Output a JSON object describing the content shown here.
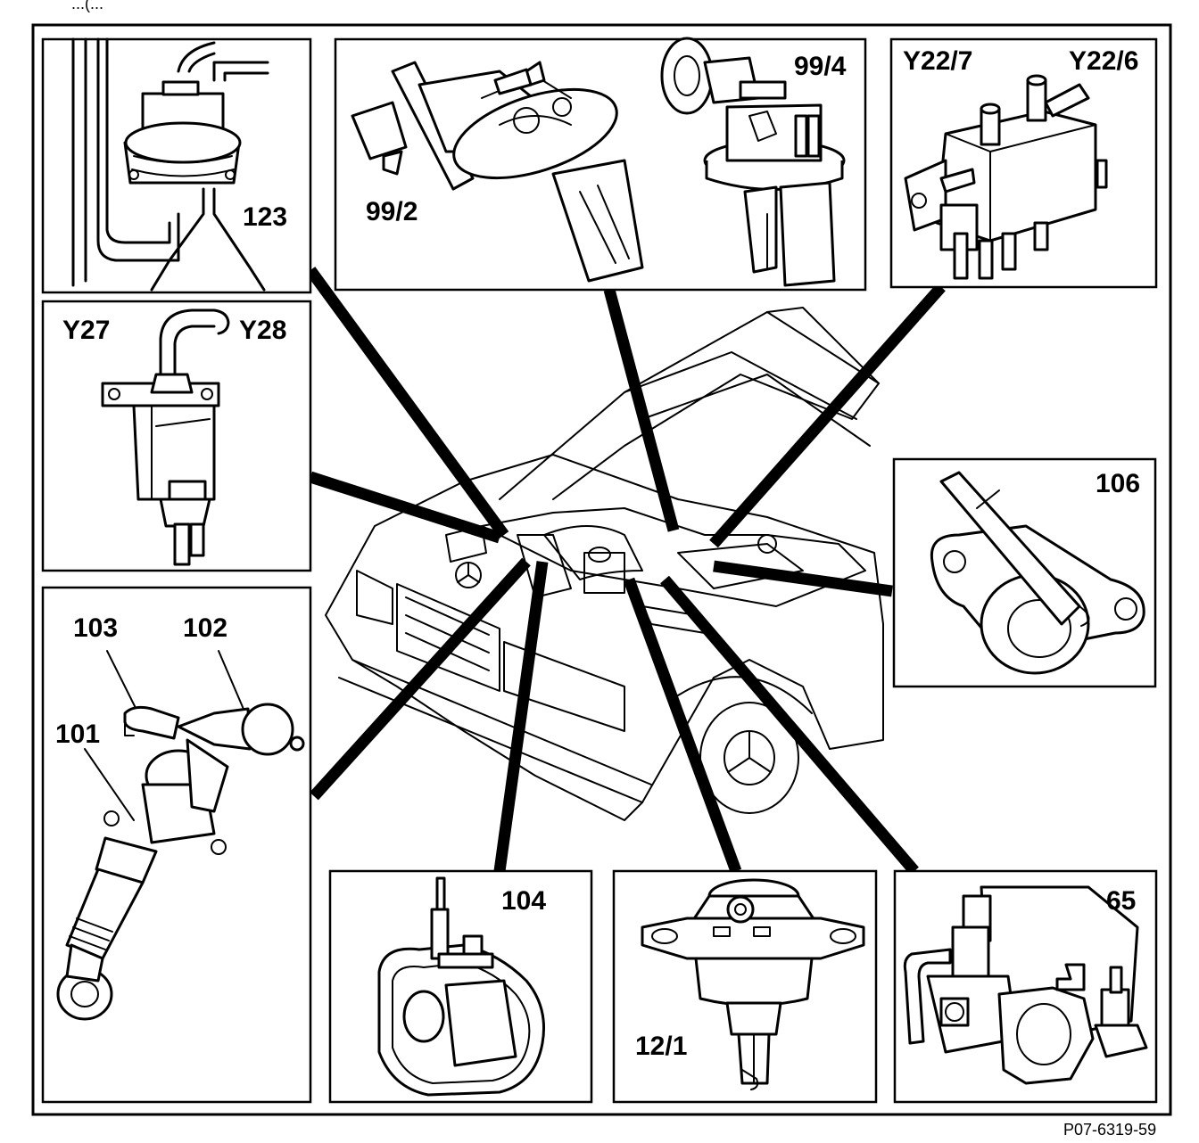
{
  "figure_id": "P07-6319-59",
  "header_fragment": "...(...",
  "labels": {
    "c123": "123",
    "c99_2": "99/2",
    "c99_4": "99/4",
    "y22_7": "Y22/7",
    "y22_6": "Y22/6",
    "y27": "Y27",
    "y28": "Y28",
    "c106": "106",
    "c103": "103",
    "c102": "102",
    "c101": "101",
    "c104": "104",
    "c12_1": "12/1",
    "c65": "65"
  }
}
